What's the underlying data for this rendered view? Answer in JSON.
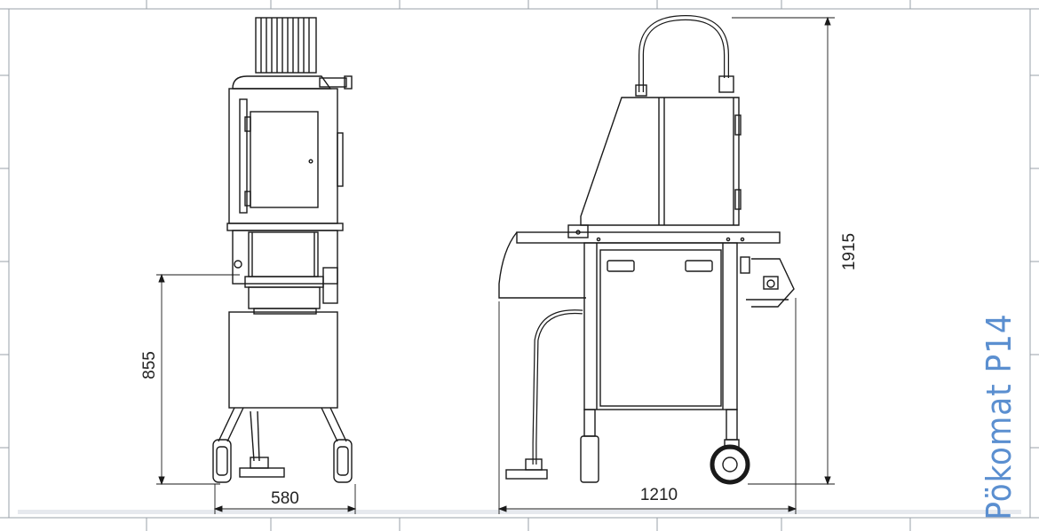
{
  "drawing": {
    "front_height_dim": "855",
    "front_width_dim": "580",
    "side_length_dim": "1210",
    "side_height_dim": "1915",
    "product_name": "Pökomat P14"
  },
  "colors": {
    "background": "#ffffff",
    "frame_grid": "#9aa0a8",
    "line": "#1a1a1a",
    "brand": "#5b8fd0"
  }
}
